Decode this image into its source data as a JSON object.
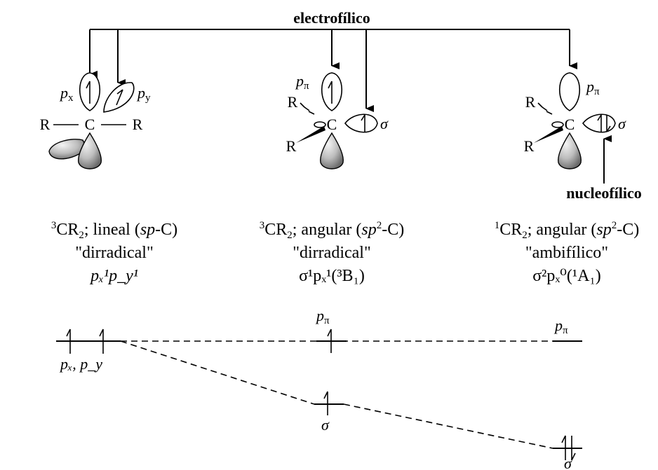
{
  "top_label": "electrofílico",
  "bottom_label": "nucleofílico",
  "atoms": {
    "carbon": "C",
    "substituent": "R"
  },
  "orbitals": {
    "px": "p",
    "px_sub": "x",
    "py": "p",
    "py_sub": "y",
    "ppi": "p",
    "ppi_sub": "π",
    "sigma": "σ"
  },
  "columns": [
    {
      "state_sup": "3",
      "state_main": "CR",
      "state_sub": "2",
      "state_rest": "; lineal (",
      "hyb_ital": "sp",
      "hyb_sup": "",
      "hyb_tail": "-C)",
      "character": "\"dirradical\"",
      "config": "pₓ¹p_y¹"
    },
    {
      "state_sup": "3",
      "state_main": "CR",
      "state_sub": "2",
      "state_rest": "; angular (",
      "hyb_ital": "sp",
      "hyb_sup": "2",
      "hyb_tail": "-C)",
      "character": "\"dirradical\"",
      "config": "σ¹pₓ¹(³B₁)"
    },
    {
      "state_sup": "1",
      "state_main": "CR",
      "state_sub": "2",
      "state_rest": "; angular (",
      "hyb_ital": "sp",
      "hyb_sup": "2",
      "hyb_tail": "-C)",
      "character": "\"ambifílico\"",
      "config": "σ²pₓ⁰(¹A₁)"
    }
  ],
  "energy_levels": {
    "left_label": "pₓ, p_y",
    "ppi_label": "p",
    "ppi_sub": "π",
    "sigma_label": "σ"
  },
  "colors": {
    "ink": "#000000",
    "lobe_shade_light": "#f2f2f2",
    "lobe_shade_dark": "#6e6e6e"
  }
}
